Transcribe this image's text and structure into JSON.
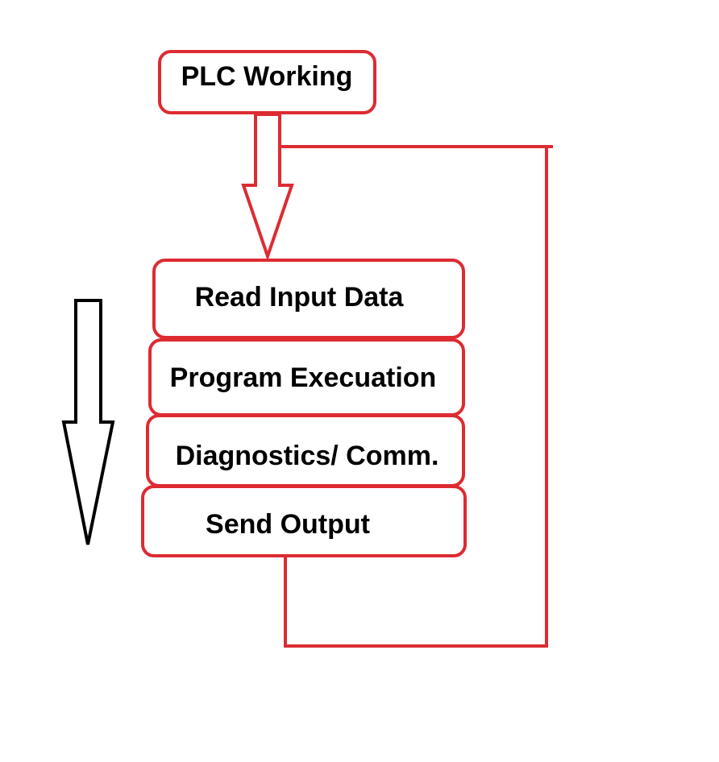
{
  "title": "PLC Working",
  "steps": [
    "Read Input Data",
    "Program Execuation",
    "Diagnostics/ Comm.",
    "Send Output"
  ],
  "colors": {
    "box_stroke": "#dd2b32",
    "line": "#dd2b32",
    "arrow_red": "#dd2b32",
    "arrow_black": "#000000",
    "text": "#000000",
    "background": "#ffffff"
  }
}
